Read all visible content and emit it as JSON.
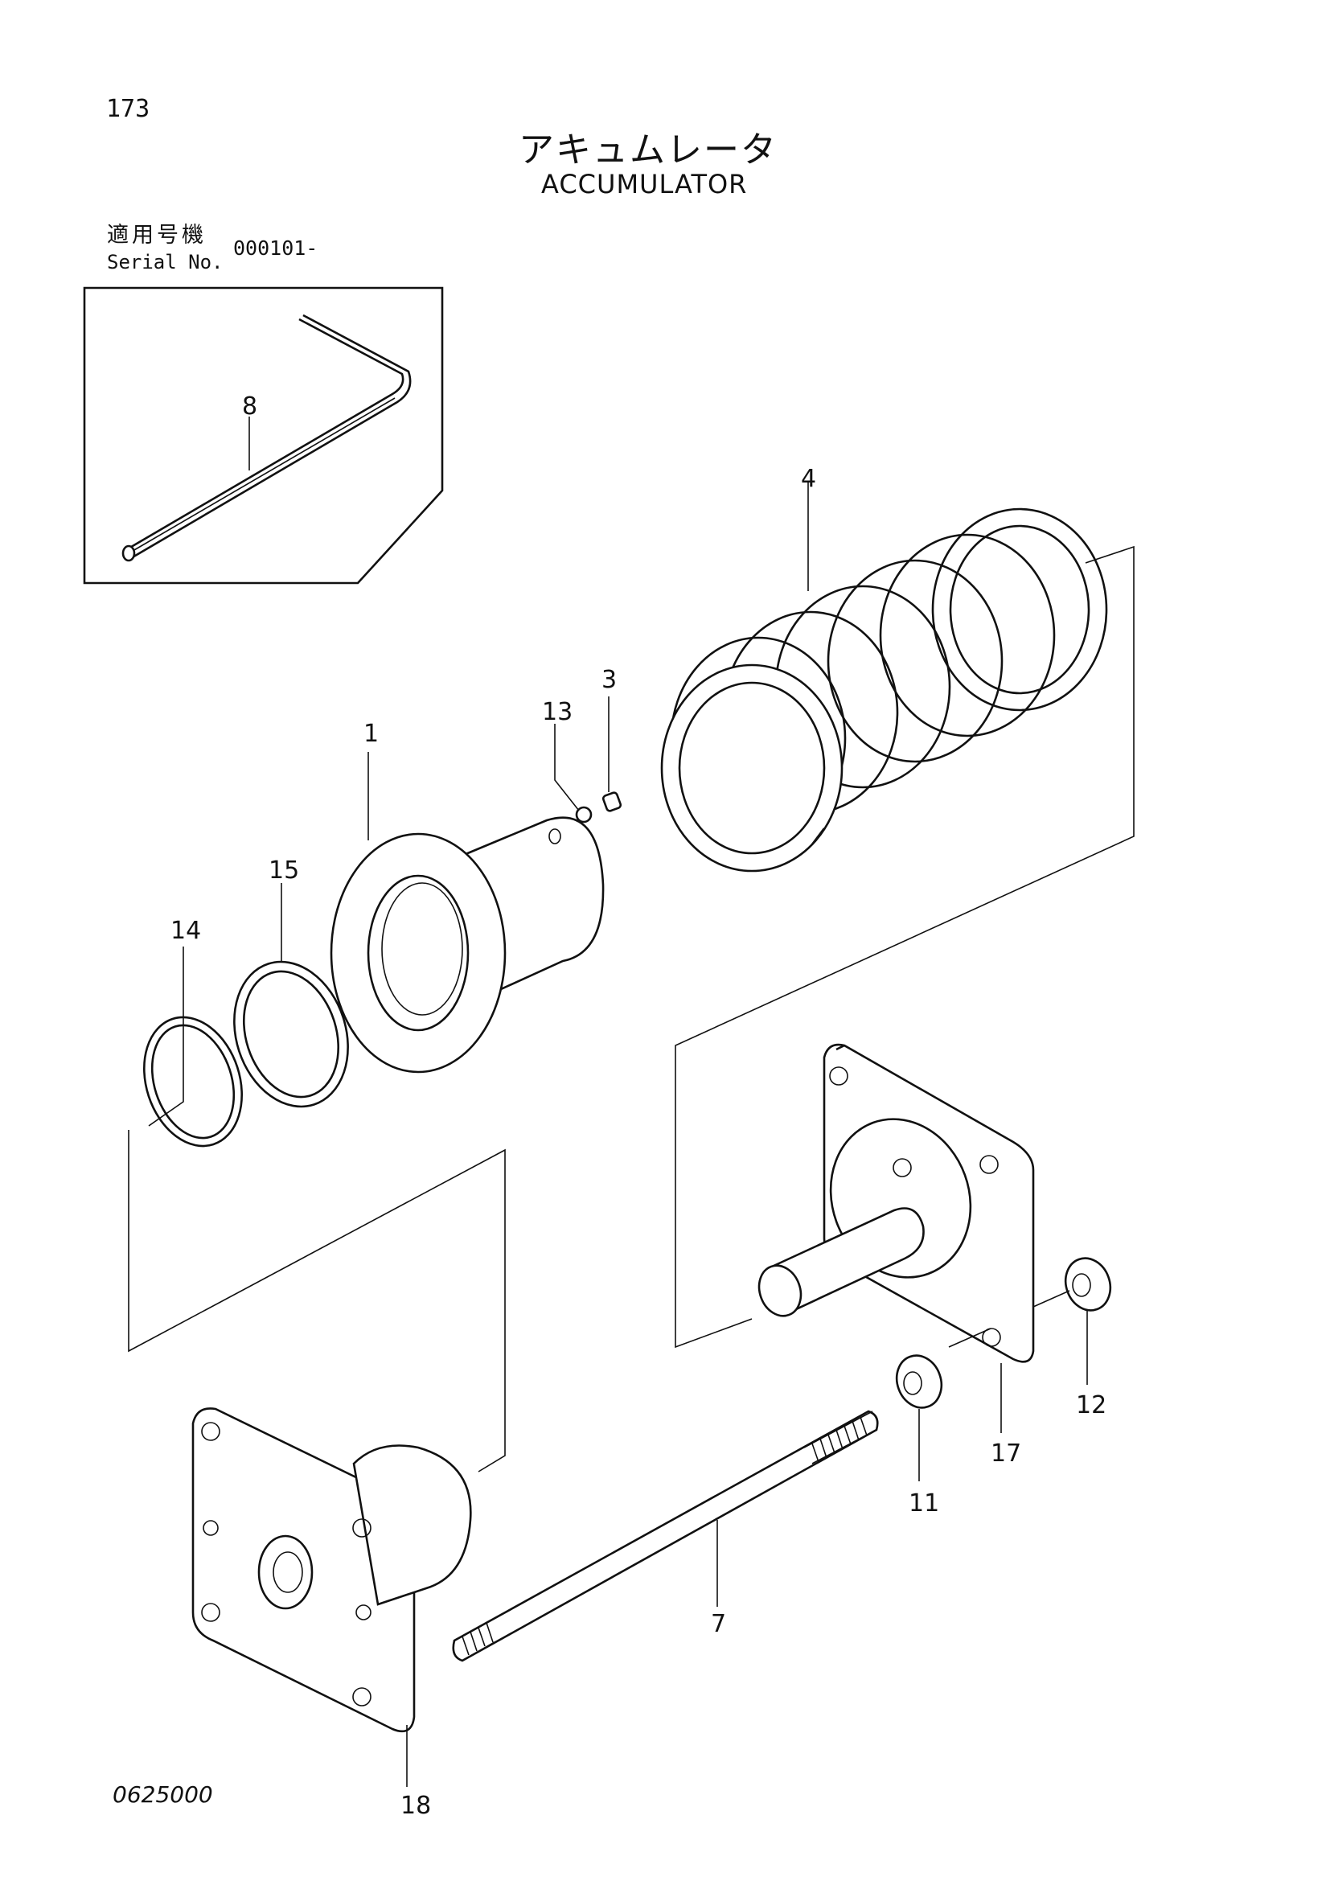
{
  "header": {
    "page_number": "173",
    "title_ja": "アキュムレータ",
    "title_en": "ACCUMULATOR",
    "serial_label_ja": "適用号機",
    "serial_label_en": "Serial No.",
    "serial_value": "000101-"
  },
  "footer": {
    "drawing_number": "0625000"
  },
  "callouts": {
    "c1": "1",
    "c3": "3",
    "c4": "4",
    "c7": "7",
    "c8": "8",
    "c11": "11",
    "c12": "12",
    "c13": "13",
    "c14": "14",
    "c15": "15",
    "c17": "17",
    "c18": "18"
  }
}
